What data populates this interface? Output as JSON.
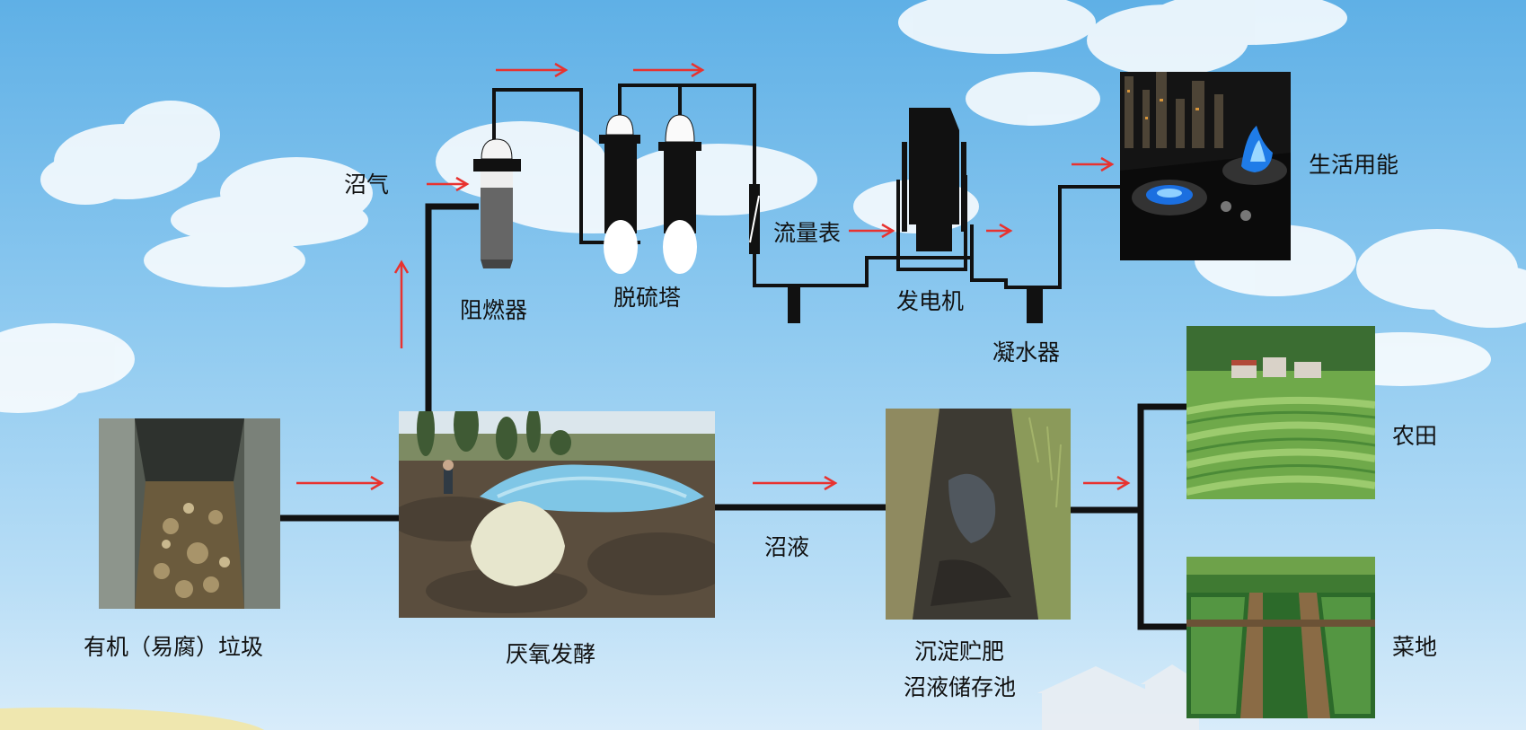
{
  "diagram": {
    "nodes": {
      "organic_waste": "有机（易腐）垃圾",
      "anaerobic": "厌氧发酵",
      "biogas": "沼气",
      "flame_arrester": "阻燃器",
      "desulfurization": "脱硫塔",
      "flowmeter": "流量表",
      "generator": "发电机",
      "condenser": "凝水器",
      "household_energy": "生活用能",
      "biogas_slurry": "沼液",
      "storage_line1": "沉淀贮肥",
      "storage_line2": "沼液储存池",
      "farmland": "农田",
      "vegetable_plot": "菜地"
    },
    "icons": {
      "organic_waste": "waste-pit-photo",
      "anaerobic": "biogas-digester-photo",
      "storage": "slurry-pond-photo",
      "household_energy": "gas-stove-photo",
      "farmland": "terraced-field-photo",
      "vegetable_plot": "vegetable-garden-photo",
      "flame_arrester": "flame-arrester-icon",
      "desulfurization": "desulfurization-tower-icon",
      "flowmeter": "flowmeter-icon",
      "generator": "generator-icon",
      "condenser": "condenser-icon"
    },
    "colors": {
      "arrow": "#e8322f",
      "pipe": "#111111",
      "sky": "#7cc0ec"
    }
  }
}
